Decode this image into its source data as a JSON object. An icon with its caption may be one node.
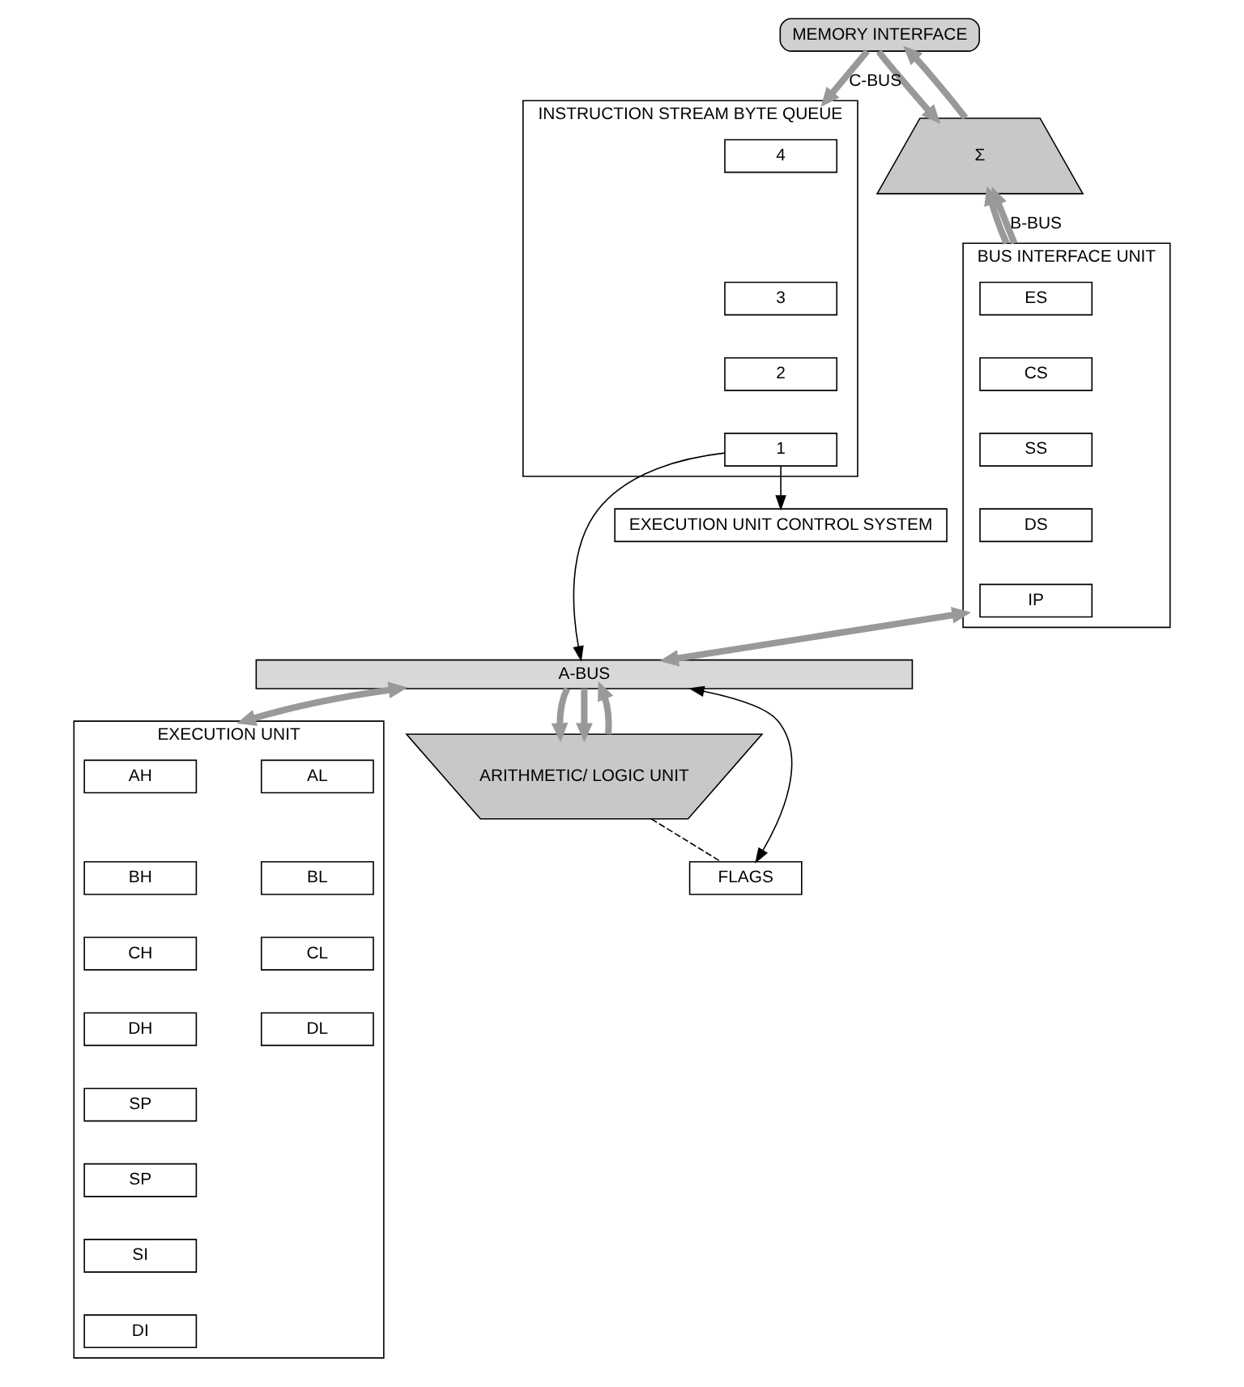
{
  "diagram": {
    "nodes": [
      {
        "text": [
          "MEMORY INTERFACE"
        ]
      },
      {
        "text": [
          "Σ"
        ]
      },
      {
        "text": [
          "INSTRUCTION STREAM BYTE QUEUE"
        ]
      },
      {
        "text": [
          "4"
        ],
        "in": 2
      },
      {
        "text": [
          "3"
        ],
        "in": 2
      },
      {
        "text": [
          "2"
        ],
        "in": 2
      },
      {
        "text": [
          "1"
        ],
        "in": 2
      },
      {
        "text": [
          "BUS INTERFACE UNIT"
        ]
      },
      {
        "text": [
          "ES"
        ],
        "in": 7
      },
      {
        "text": [
          "CS"
        ],
        "in": 7
      },
      {
        "text": [
          "SS"
        ],
        "in": 7
      },
      {
        "text": [
          "DS"
        ],
        "in": 7
      },
      {
        "text": [
          "IP"
        ],
        "in": 7
      },
      {
        "text": [
          "EXECUTION UNIT CONTROL SYSTEM"
        ]
      },
      {
        "text": [
          "A-BUS"
        ]
      },
      {
        "text": [
          "ARITHMETIC/ LOGIC UNIT"
        ]
      },
      {
        "text": [
          "EXECUTION UNIT"
        ]
      },
      {
        "text": [
          "AH"
        ],
        "in": 16
      },
      {
        "text": [
          "AL"
        ],
        "in": 16
      },
      {
        "text": [
          "BH"
        ],
        "in": 16
      },
      {
        "text": [
          "BL"
        ],
        "in": 16
      },
      {
        "text": [
          "CH"
        ],
        "in": 16
      },
      {
        "text": [
          "CL"
        ],
        "in": 16
      },
      {
        "text": [
          "DH"
        ],
        "in": 16
      },
      {
        "text": [
          "DL"
        ],
        "in": 16
      },
      {
        "text": [
          "SP"
        ],
        "in": 16
      },
      {
        "text": [
          "SP"
        ],
        "in": 16
      },
      {
        "text": [
          "SI"
        ],
        "in": 16
      },
      {
        "text": [
          "DI"
        ],
        "in": 16
      },
      {
        "text": [
          "FLAGS"
        ]
      }
    ],
    "edges": [
      {
        "from": 1,
        "to": 0,
        "arrow": "to"
      },
      {
        "from": 0,
        "to": 2,
        "arrow": "to",
        "label": "C-BUS"
      },
      {
        "from": 0,
        "to": 1,
        "arrow": "to"
      },
      {
        "from": 7,
        "to": 1,
        "arrow": "to",
        "label": "B-BUS"
      },
      {
        "from": 7,
        "to": 1,
        "arrow": "to"
      },
      {
        "from": 7,
        "to": 14,
        "arrow": "both"
      },
      {
        "from": 6,
        "to": 13,
        "arrow": "to",
        "color": "#000000"
      },
      {
        "from": 6,
        "to": 14,
        "arrow": "to",
        "color": "#000000"
      },
      {
        "from": 14,
        "to": 16,
        "arrow": "both"
      },
      {
        "from": 14,
        "to": 15,
        "arrow": "to"
      },
      {
        "from": 14,
        "to": 15,
        "arrow": "to"
      },
      {
        "from": 15,
        "to": 14,
        "arrow": "to"
      },
      {
        "from": 15,
        "to": 29,
        "arrow": "none",
        "style": "dashed",
        "color": "#000000"
      },
      {
        "from": 29,
        "to": 14,
        "arrow": "both",
        "color": "#000000"
      }
    ]
  }
}
